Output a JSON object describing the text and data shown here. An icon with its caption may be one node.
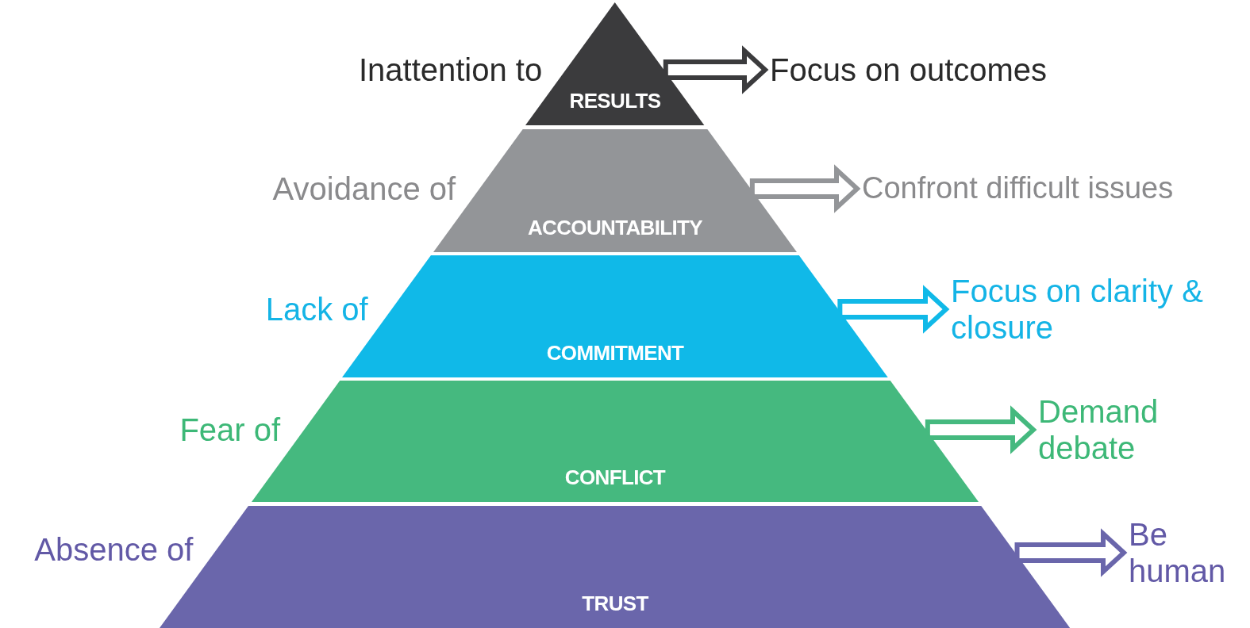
{
  "diagram": {
    "nodes": [
      {
        "text": [
          "RESULTS"
        ],
        "beside": [
          "Inattention to"
        ]
      },
      {
        "text": [
          "ACCOUNTABILITY"
        ],
        "beside": [
          "Avoidance of"
        ]
      },
      {
        "text": [
          "COMMITMENT"
        ],
        "beside": [
          "Lack of"
        ]
      },
      {
        "text": [
          "CONFLICT"
        ],
        "beside": [
          "Fear of"
        ]
      },
      {
        "text": [
          "TRUST"
        ],
        "beside": [
          "Absence of"
        ]
      },
      {
        "text": [
          "Focus on outcomes"
        ]
      },
      {
        "text": [
          "Confront difficult issues"
        ]
      },
      {
        "text": [
          "Focus on clarity & closure"
        ]
      },
      {
        "text": [
          "Demand debate"
        ]
      },
      {
        "text": [
          "Be human"
        ]
      }
    ],
    "edges": [
      {
        "from": 0,
        "to": 5,
        "arrow": "to",
        "color": "#3b3b3d"
      },
      {
        "from": 1,
        "to": 6,
        "arrow": "to",
        "color": "#939598"
      },
      {
        "from": 2,
        "to": 7,
        "arrow": "to",
        "color": "#10b9e8"
      },
      {
        "from": 3,
        "to": 8,
        "arrow": "to",
        "color": "#45b97f"
      },
      {
        "from": 4,
        "to": 9,
        "arrow": "to",
        "color": "#6a66ab"
      }
    ]
  }
}
